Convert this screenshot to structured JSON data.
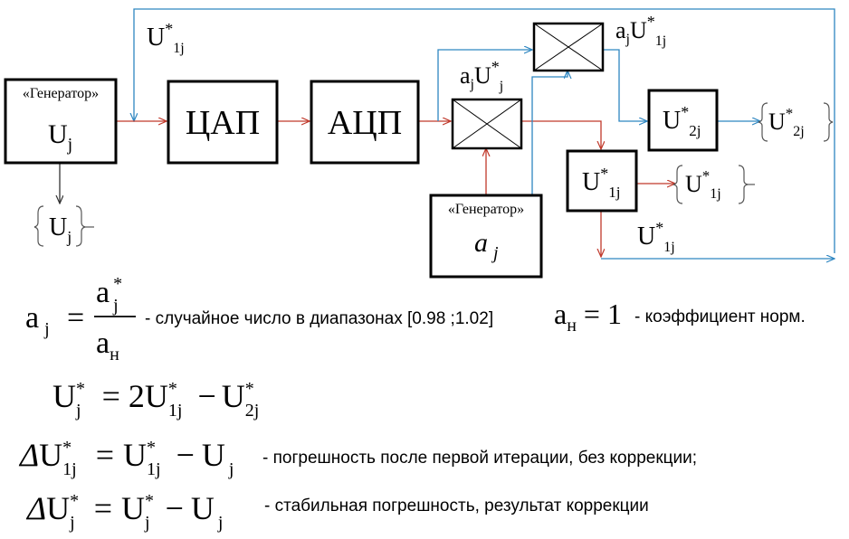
{
  "blocks": {
    "generator_u": {
      "title": "«Генератор»",
      "var": "U",
      "sub": "j"
    },
    "dac": {
      "label": "ЦАП"
    },
    "adc": {
      "label": "АЦП"
    },
    "generator_a": {
      "title": "«Генератор»",
      "var": "a",
      "sub": "j"
    },
    "u1j_block": {
      "var": "U",
      "sup": "*",
      "sub": "1j"
    },
    "u2j_block": {
      "var": "U",
      "sup": "*",
      "sub": "2j"
    }
  },
  "outputs": {
    "uj": {
      "var": "U",
      "sub": "j"
    },
    "u1j": {
      "var": "U",
      "sup": "*",
      "sub": "1j"
    },
    "u2j": {
      "var": "U",
      "sup": "*",
      "sub": "2j"
    }
  },
  "signals": {
    "top_feedback": {
      "var": "U",
      "sup": "*",
      "sub": "1j"
    },
    "bottom_feedback": {
      "var": "U",
      "sup": "*",
      "sub": "1j"
    },
    "mult1_out": {
      "a": "a",
      "a_sub": "j",
      "var": "U",
      "sup": "*",
      "sub": "j"
    },
    "mult2_out": {
      "a": "a",
      "a_sub": "j",
      "var": "U",
      "sup": "*",
      "sub": "1j"
    }
  },
  "formulas": {
    "f1": {
      "lhs": "a",
      "lhs_sub": "j",
      "eq": "=",
      "num": "a",
      "num_sup": "*",
      "num_sub": "j",
      "den": "a",
      "den_sub": "н",
      "desc": "- случайное число в диапазонах [0.98 ;1.02]"
    },
    "f2": {
      "var": "a",
      "sub": "н",
      "eq": "= 1",
      "desc": "- коэффициент норм."
    },
    "f3": {
      "lhs": "U",
      "lhs_sup": "*",
      "lhs_sub": "j",
      "eq": "= 2",
      "t1": "U",
      "t1_sup": "*",
      "t1_sub": "1j",
      "minus": "−",
      "t2": "U",
      "t2_sup": "*",
      "t2_sub": "2j"
    },
    "f4": {
      "delta": "Δ",
      "lhs": "U",
      "lhs_sup": "*",
      "lhs_sub": "1j",
      "eq": "=",
      "t1": "U",
      "t1_sup": "*",
      "t1_sub": "1j",
      "minus": "−",
      "t2": "U",
      "t2_sub": "j",
      "desc": "- погрешность после первой итерации, без коррекции;"
    },
    "f5": {
      "delta": "Δ",
      "lhs": "U",
      "lhs_sup": "*",
      "lhs_sub": "j",
      "eq": "=",
      "t1": "U",
      "t1_sup": "*",
      "t1_sub": "j",
      "minus": "−",
      "t2": "U",
      "t2_sub": "j",
      "desc": "- стабильная погрешность, результат коррекции"
    }
  },
  "colors": {
    "blue_wire": "#2e86c1",
    "red_wire": "#c0392b",
    "block_border": "#000000"
  }
}
